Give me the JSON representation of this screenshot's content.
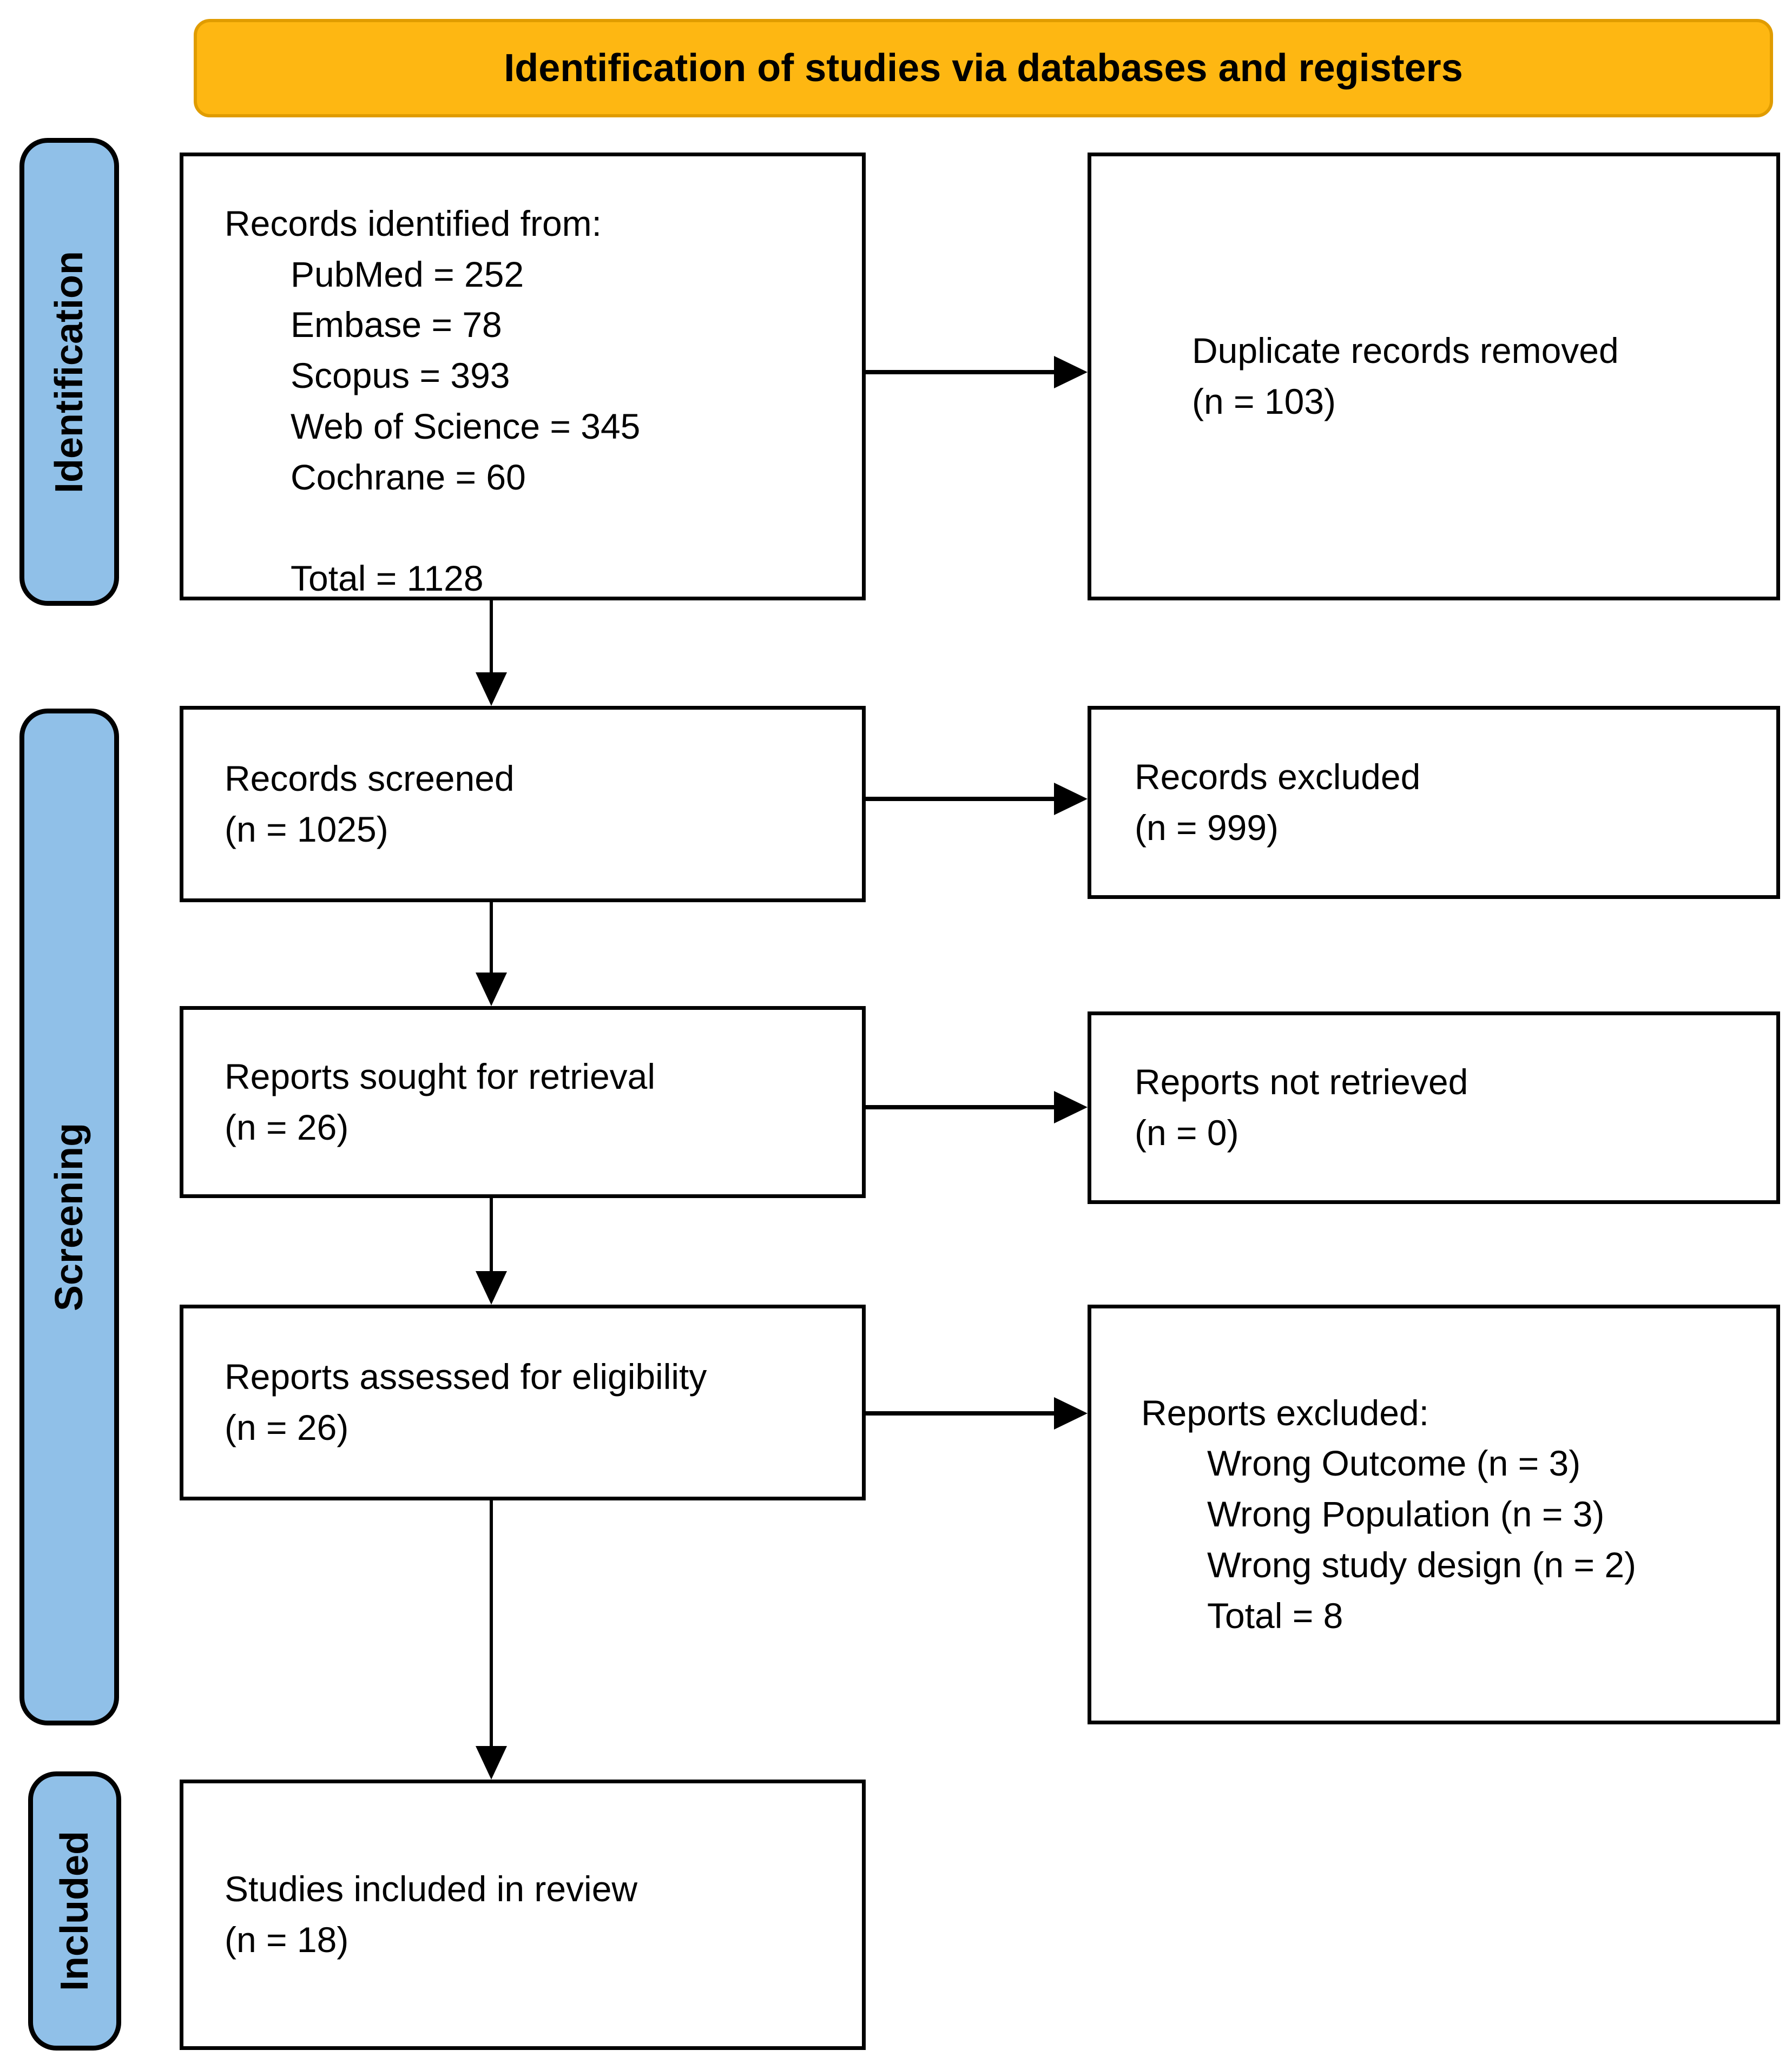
{
  "banner": {
    "label": "Identification of studies via databases and registers"
  },
  "stages": {
    "identification": "Identification",
    "screening": "Screening",
    "included": "Included"
  },
  "colors": {
    "banner_fill": "#FEB712",
    "banner_border": "#E09C00",
    "stage_fill": "#90C0E8",
    "box_border": "#000000",
    "box_fill": "#FFFFFF",
    "text": "#000000"
  },
  "boxes": {
    "records_identified": {
      "title": "Records identified from:",
      "sources": [
        "PubMed = 252",
        "Embase = 78",
        "Scopus = 393",
        "Web of Science = 345",
        "Cochrane = 60"
      ],
      "total": "Total = 1128"
    },
    "duplicates_removed": {
      "line1": "Duplicate records removed",
      "line2": "(n = 103)"
    },
    "records_screened": {
      "line1": "Records screened",
      "line2": "(n = 1025)"
    },
    "records_excluded": {
      "line1": "Records excluded",
      "line2": "(n = 999)"
    },
    "reports_sought": {
      "line1": "Reports sought for retrieval",
      "line2": "(n = 26)"
    },
    "reports_not_retrieved": {
      "line1": "Reports not retrieved",
      "line2": "(n = 0)"
    },
    "reports_assessed": {
      "line1": "Reports assessed for eligibility",
      "line2": "(n = 26)"
    },
    "reports_excluded": {
      "title": "Reports excluded:",
      "reasons": [
        "Wrong Outcome (n = 3)",
        "Wrong Population (n = 3)",
        "Wrong study design (n = 2)",
        "Total = 8"
      ]
    },
    "studies_included": {
      "line1": "Studies included in review",
      "line2": "(n = 18)"
    }
  }
}
